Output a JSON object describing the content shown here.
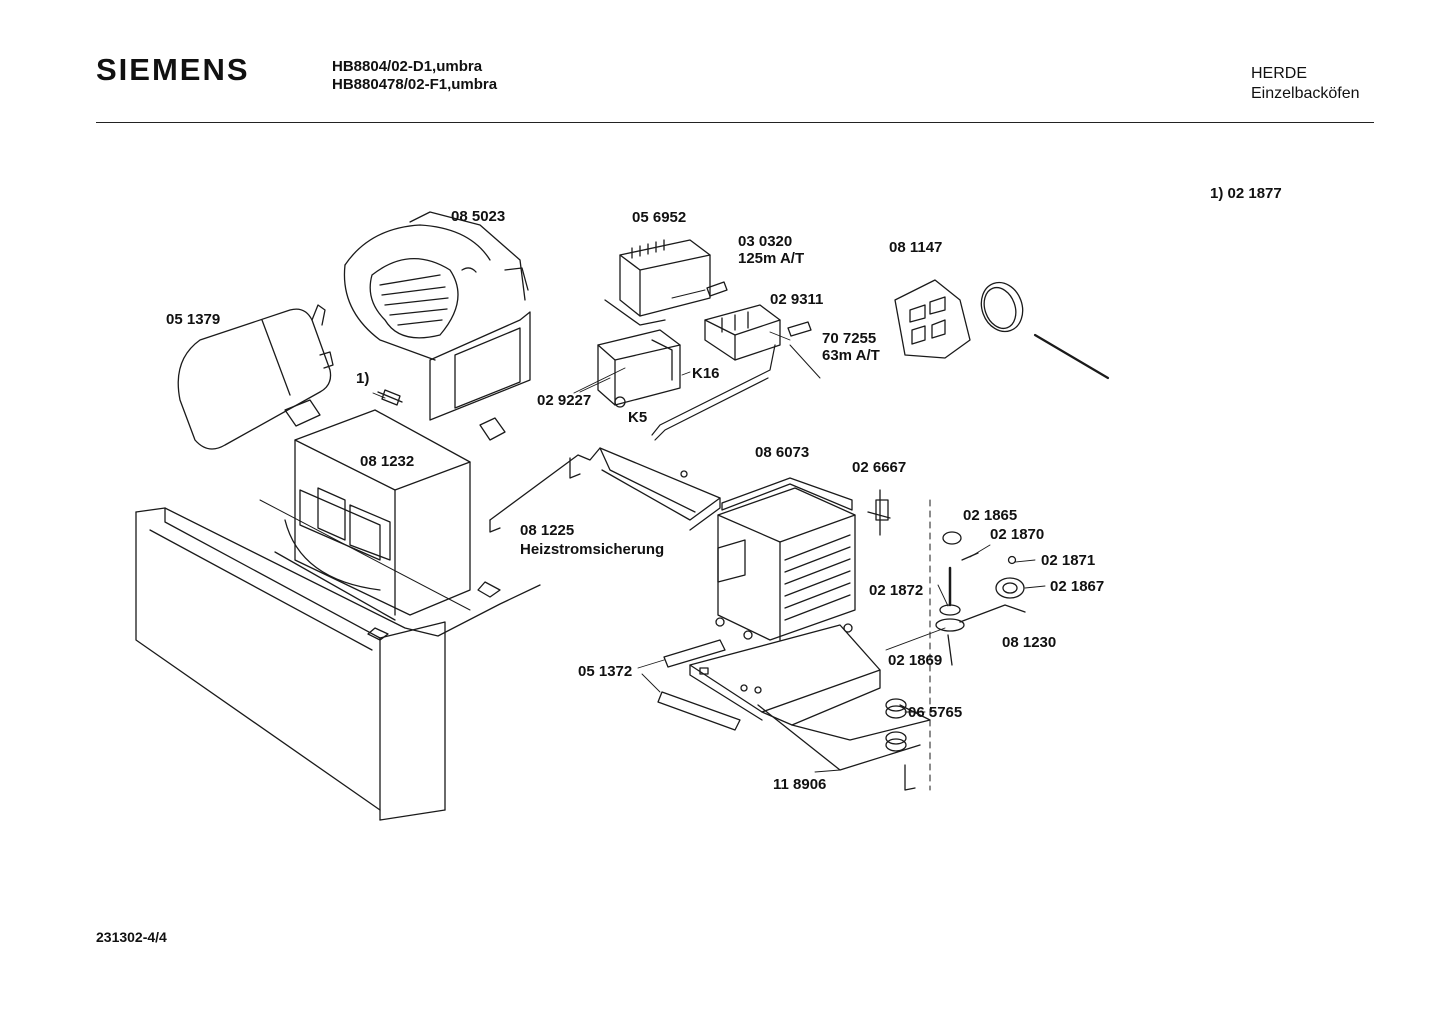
{
  "header": {
    "brand": "SIEMENS",
    "models": [
      "HB8804/02-D1,umbra",
      "HB880478/02-F1,umbra"
    ],
    "category": "HERDE",
    "subcategory": "Einzelbacköfen"
  },
  "footnote": "1) 02 1877",
  "parts": {
    "p085023": "08 5023",
    "p056952": "05 6952",
    "p030320": "03 0320",
    "p030320_note": "125m A/T",
    "p081147": "08 1147",
    "p029311": "02 9311",
    "p051379": "05 1379",
    "p707255": "70 7255",
    "p707255_note": "63m A/T",
    "ref1": "1)",
    "k16": "K16",
    "p029227": "02 9227",
    "k5": "K5",
    "p081232": "08 1232",
    "p086073": "08 6073",
    "p026667": "02 6667",
    "p081225": "08 1225",
    "p081225_note": "Heizstromsicherung",
    "p021865": "02 1865",
    "p021870": "02 1870",
    "p021871": "02 1871",
    "p021867": "02 1867",
    "p021872": "02 1872",
    "p081230": "08 1230",
    "p021869": "02 1869",
    "p051372": "05 1372",
    "p065765": "06 5765",
    "p118906": "11 8906"
  },
  "footer": {
    "code": "231302-4/4"
  }
}
